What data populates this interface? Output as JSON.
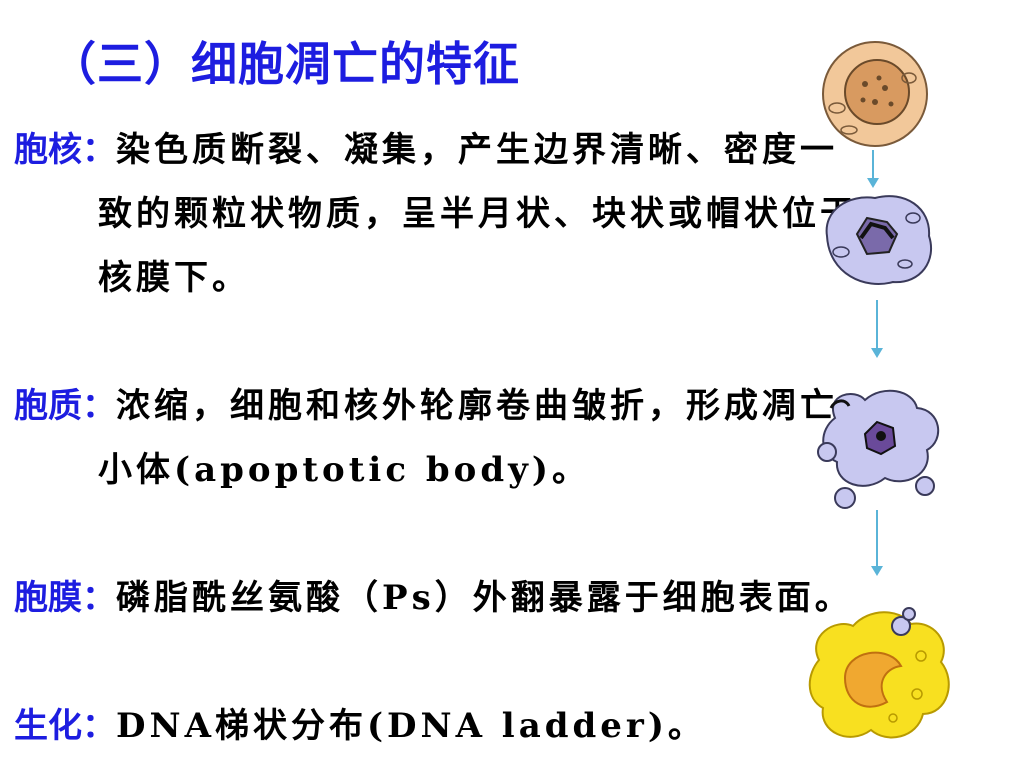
{
  "title": "（三）细胞凋亡的特征",
  "paragraphs": [
    {
      "label": "胞核：",
      "text": "染色质断裂、凝集，产生边界清晰、密度一致的颗粒状物质，呈半月状、块状或帽状位于核膜下。"
    },
    {
      "label": "胞质：",
      "text": "浓缩，细胞和核外轮廓卷曲皱折，形成凋亡小体(apoptotic body)。"
    },
    {
      "label": "胞膜：",
      "text": "磷脂酰丝氨酸（Ps）外翻暴露于细胞表面。"
    },
    {
      "label": "生化：",
      "text": "DNA梯状分布(DNA ladder)。"
    }
  ],
  "colors": {
    "title": "#1d1de0",
    "label": "#1d1de0",
    "body_text": "#000000",
    "normal_cell": "#f2c89a",
    "shrinking_cell": "#c8c8f0",
    "apoptotic_nucleus": "#6a4a9a",
    "dead_cell": "#f8e020",
    "arrow": "#5ab4d8"
  },
  "illustration": {
    "stages": [
      "normal-cell-icon",
      "shrinking-cell-icon",
      "apoptotic-body-icon",
      "engulfed-cell-icon"
    ]
  }
}
